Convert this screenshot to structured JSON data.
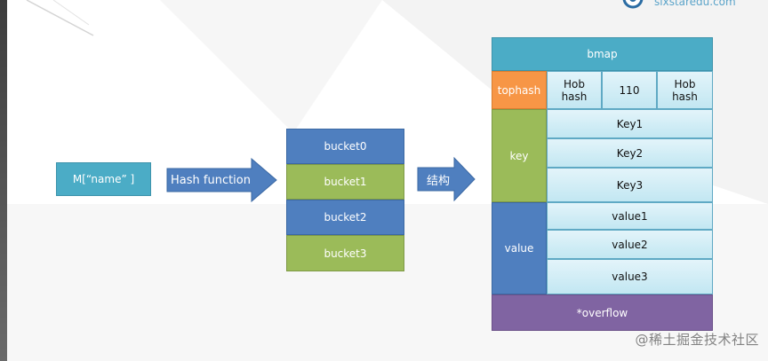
{
  "input": {
    "label": "M[“name” ]"
  },
  "hash_arrow": {
    "label": "Hash function"
  },
  "buckets": [
    "bucket0",
    "bucket1",
    "bucket2",
    "bucket3"
  ],
  "struct_arrow": {
    "label": "结构"
  },
  "bmap": {
    "title": "bmap",
    "tophash_label": "tophash",
    "tophash_cells": [
      "Hob\nhash",
      "110",
      "Hob\nhash"
    ],
    "key_label": "key",
    "keys": [
      "Key1",
      "Key2",
      "Key3"
    ],
    "value_label": "value",
    "values": [
      "value1",
      "value2",
      "value3"
    ],
    "overflow": "*overflow"
  },
  "logo": {
    "text": "sixstaredu.com"
  },
  "watermark": "@稀土掘金技术社区",
  "colors": {
    "blue": "#4f7fbf",
    "green": "#9bbb59",
    "teal": "#4bacc6",
    "orange": "#f79646",
    "purple": "#8064a2",
    "light_cell": "#d6eff7"
  }
}
